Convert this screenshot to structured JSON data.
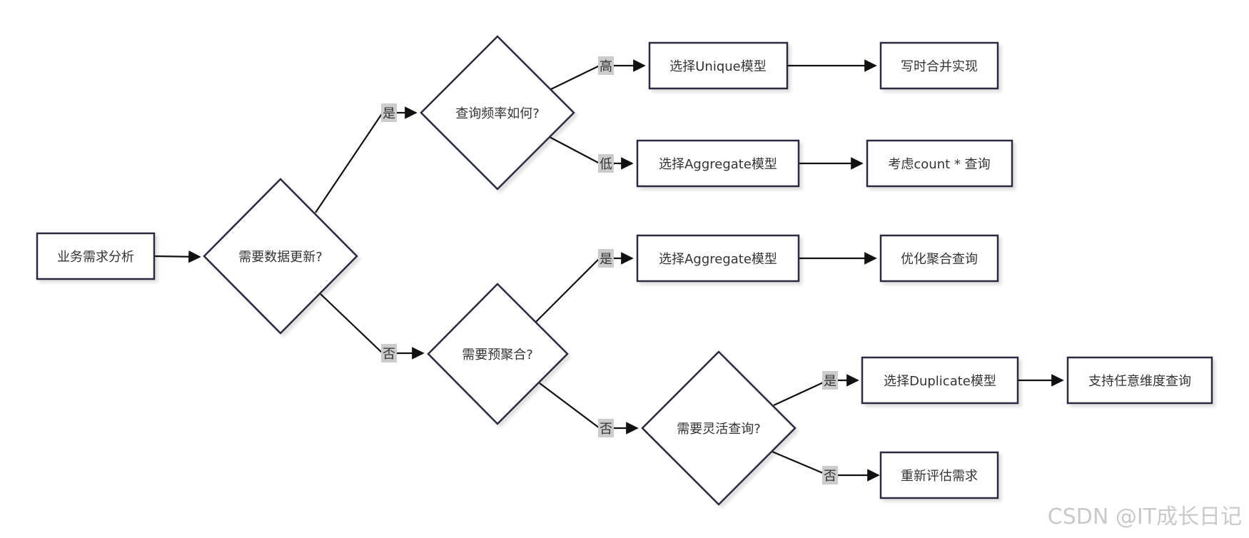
{
  "colors": {
    "stroke": "#2a2a40",
    "text": "#333333",
    "edge_label_bg": "#cccccc",
    "watermark": "#c9c9c9"
  },
  "nodes": {
    "start": "业务需求分析",
    "need_update": "需要数据更新?",
    "query_freq": "查询频率如何?",
    "need_preagg": "需要预聚合?",
    "need_flex": "需要灵活查询?",
    "unique": "选择Unique模型",
    "agg_low": "选择Aggregate模型",
    "agg_yes": "选择Aggregate模型",
    "duplicate": "选择Duplicate模型",
    "reeval": "重新评估需求",
    "mow": "写时合并实现",
    "count": "考虑count * 查询",
    "opt_agg": "优化聚合查询",
    "any_dim": "支持任意维度查询"
  },
  "edge_labels": {
    "update_yes": "是",
    "update_no": "否",
    "freq_high": "高",
    "freq_low": "低",
    "preagg_yes": "是",
    "preagg_no": "否",
    "flex_yes": "是",
    "flex_no": "否"
  },
  "watermark": "CSDN @IT成长日记"
}
